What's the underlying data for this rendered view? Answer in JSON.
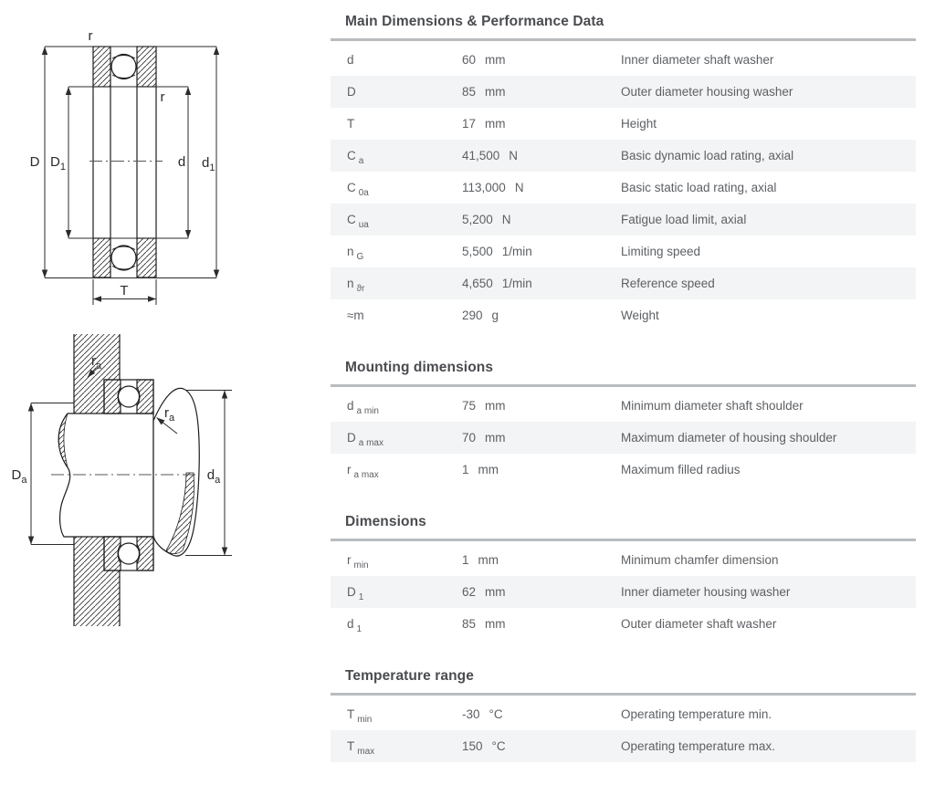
{
  "colors": {
    "stripe": "#f3f4f5",
    "rule": "#b9bcbf",
    "title": "#4a4c50",
    "text": "#5d6064"
  },
  "drawing_main": {
    "label_r": "r",
    "label_D": "D",
    "label_D1_base": "D",
    "label_D1_sub": "1",
    "label_d": "d",
    "label_d1_base": "d",
    "label_d1_sub": "1",
    "label_T": "T"
  },
  "drawing_mount": {
    "label_ra_base": "r",
    "label_ra_sub": "a",
    "label_Da_base": "D",
    "label_Da_sub": "a",
    "label_da_base": "d",
    "label_da_sub": "a"
  },
  "sections": [
    {
      "title": "Main Dimensions & Performance Data",
      "rows": [
        {
          "sym": "d",
          "sub": "",
          "value": "60",
          "unit": "mm",
          "desc": "Inner diameter shaft washer"
        },
        {
          "sym": "D",
          "sub": "",
          "value": "85",
          "unit": "mm",
          "desc": "Outer diameter housing washer"
        },
        {
          "sym": "T",
          "sub": "",
          "value": "17",
          "unit": "mm",
          "desc": "Height"
        },
        {
          "sym": "C",
          "sub": "a",
          "value": "41,500",
          "unit": "N",
          "desc": "Basic dynamic load rating, axial"
        },
        {
          "sym": "C",
          "sub": "0a",
          "value": "113,000",
          "unit": "N",
          "desc": "Basic static load rating, axial"
        },
        {
          "sym": "C",
          "sub": "ua",
          "value": "5,200",
          "unit": "N",
          "desc": "Fatigue load limit, axial"
        },
        {
          "sym": "n",
          "sub": "G",
          "value": "5,500",
          "unit": "1/min",
          "desc": "Limiting speed"
        },
        {
          "sym": "n",
          "sub": "ϑr",
          "value": "4,650",
          "unit": "1/min",
          "desc": "Reference speed"
        },
        {
          "sym": "≈m",
          "sub": "",
          "value": "290",
          "unit": "g",
          "desc": "Weight"
        }
      ]
    },
    {
      "title": "Mounting dimensions",
      "rows": [
        {
          "sym": "d",
          "sub": "a min",
          "value": "75",
          "unit": "mm",
          "desc": "Minimum diameter shaft shoulder"
        },
        {
          "sym": "D",
          "sub": "a max",
          "value": "70",
          "unit": "mm",
          "desc": "Maximum diameter of housing shoulder"
        },
        {
          "sym": "r",
          "sub": "a max",
          "value": "1",
          "unit": "mm",
          "desc": "Maximum filled radius"
        }
      ]
    },
    {
      "title": "Dimensions",
      "rows": [
        {
          "sym": "r",
          "sub": "min",
          "value": "1",
          "unit": "mm",
          "desc": "Minimum chamfer dimension"
        },
        {
          "sym": "D",
          "sub": "1",
          "value": "62",
          "unit": "mm",
          "desc": "Inner diameter housing washer"
        },
        {
          "sym": "d",
          "sub": "1",
          "value": "85",
          "unit": "mm",
          "desc": "Outer diameter shaft washer"
        }
      ]
    },
    {
      "title": "Temperature range",
      "rows": [
        {
          "sym": "T",
          "sub": "min",
          "value": "-30",
          "unit": "°C",
          "desc": "Operating temperature min."
        },
        {
          "sym": "T",
          "sub": "max",
          "value": "150",
          "unit": "°C",
          "desc": "Operating temperature max."
        }
      ]
    }
  ]
}
